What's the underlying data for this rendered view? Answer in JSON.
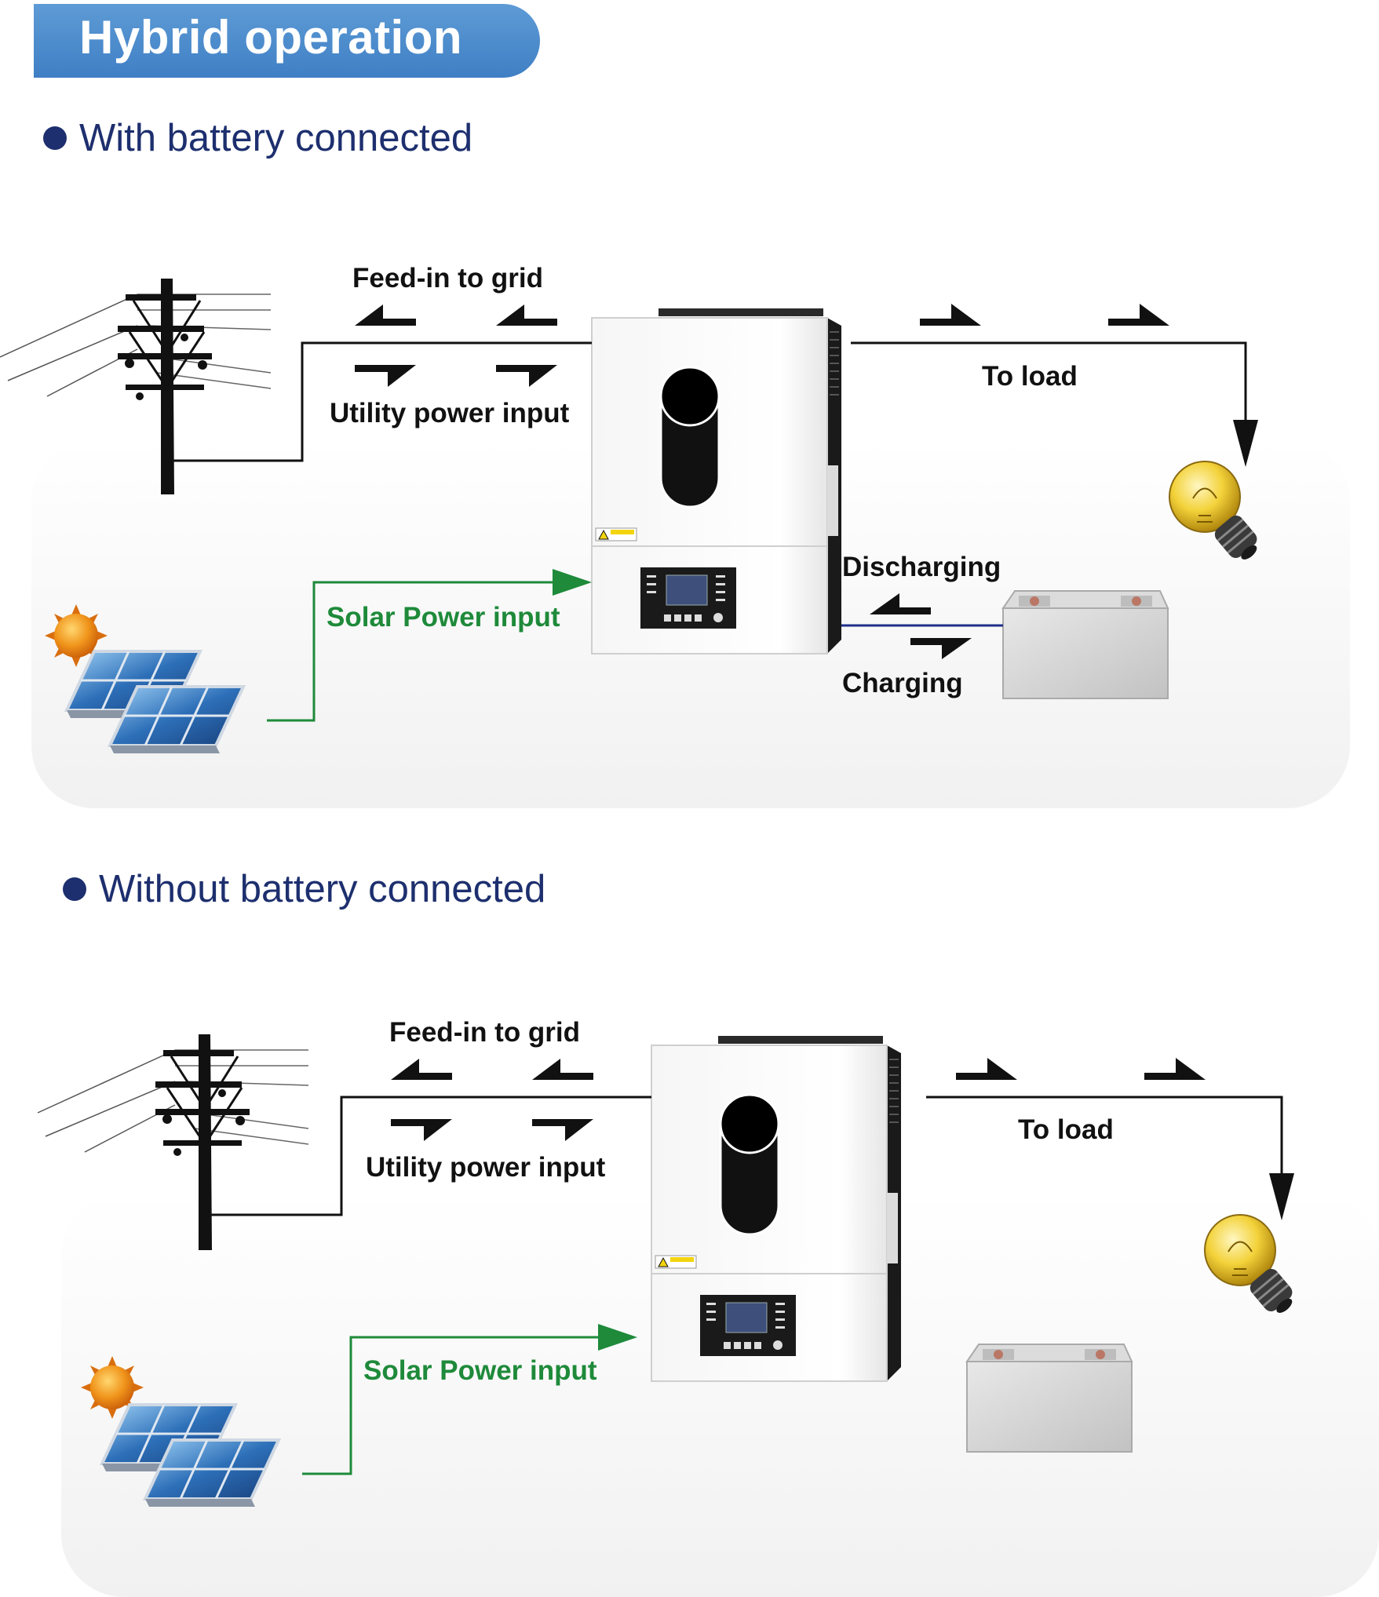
{
  "title": "Hybrid operation",
  "sections": [
    {
      "heading": "With battery connected",
      "labels": {
        "feed_in": "Feed-in to grid",
        "utility": "Utility power input",
        "to_load": "To load",
        "solar": "Solar Power input",
        "discharging": "Discharging",
        "charging": "Charging"
      }
    },
    {
      "heading": "Without battery connected",
      "labels": {
        "feed_in": "Feed-in to grid",
        "utility": "Utility power input",
        "to_load": "To load",
        "solar": "Solar Power input"
      }
    }
  ],
  "colors": {
    "banner": "#4a8ccf",
    "heading": "#1d2f6e",
    "solar_line": "#1e8a3a",
    "battery_line": "#1f2f8a"
  },
  "icons": [
    "power-pole-icon",
    "inverter-icon",
    "light-bulb-icon",
    "sun-icon",
    "solar-panel-icon",
    "battery-icon"
  ]
}
